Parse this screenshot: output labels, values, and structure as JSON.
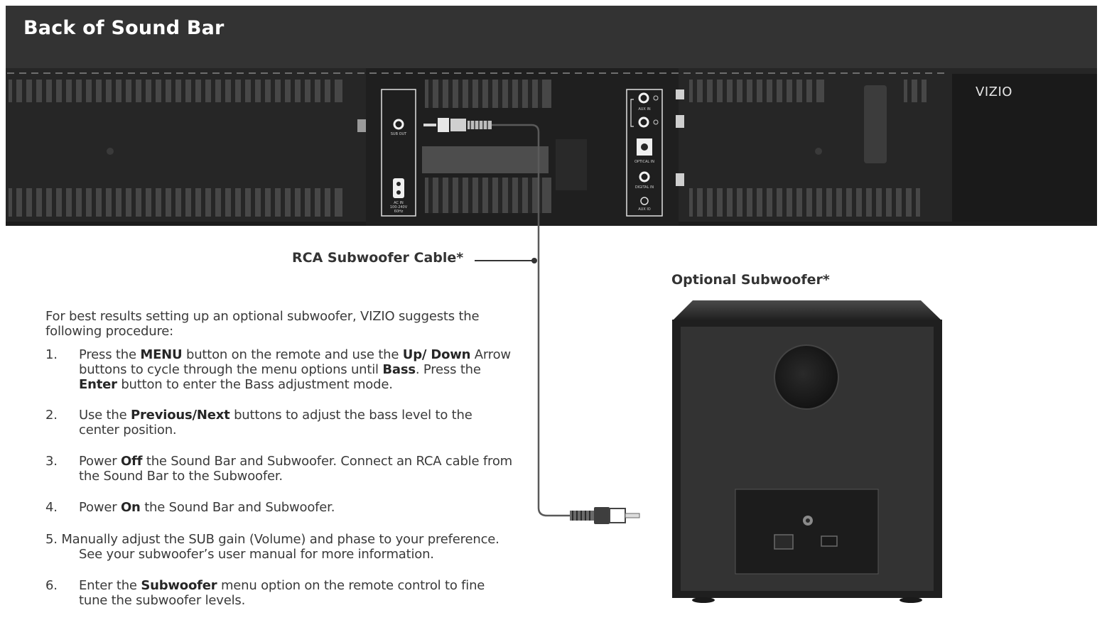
{
  "panel_title": "Back of Sound Bar",
  "brand_logo": "VIZIO",
  "callouts": {
    "cable": "RCA Subwoofer Cable*",
    "subwoofer": "Optional Subwoofer*"
  },
  "port_labels": {
    "sub_out": "SUB OUT",
    "ac_in": "AC IN",
    "ac_in_spec": "100-240V",
    "ac_in_freq": "60Hz",
    "aux_in": "AUX IN",
    "optical_in": "OPTICAL IN",
    "coaxial_in": "DIGITAL IN",
    "aux_out": "AUX IO"
  },
  "instructions": {
    "intro": "For best results setting up an optional subwoofer, VIZIO suggests the following procedure:",
    "steps": [
      {
        "num": "1.",
        "parts": [
          "Press the ",
          "MENU",
          " button on the remote and use the ",
          "Up/ Down",
          " Arrow buttons to cycle through the menu options until ",
          "Bass",
          ". Press the ",
          "Enter",
          " button to enter the Bass adjustment mode."
        ]
      },
      {
        "num": "2.",
        "parts": [
          "Use the ",
          "Previous/Next",
          " buttons to adjust the bass level to the center position."
        ]
      },
      {
        "num": "3.",
        "parts": [
          "Power ",
          "Off",
          " the Sound Bar and Subwoofer. Connect an RCA cable from the Sound Bar to the Subwoofer."
        ]
      },
      {
        "num": "4.",
        "parts": [
          "Power ",
          "On",
          " the Sound Bar and Subwoofer."
        ]
      },
      {
        "num": "5.",
        "text": "Manually adjust the SUB gain (Volume) and phase to your preference. See your subwoofer’s user manual for more information."
      },
      {
        "num": "6.",
        "parts": [
          "Enter the ",
          "Subwoofer",
          " menu option on the remote control to fine tune the subwoofer levels."
        ]
      }
    ]
  },
  "colors": {
    "soundbar_body": "#2b2b2b",
    "soundbar_top": "#363636",
    "subwoofer_body": "#303030",
    "cable": "#555555",
    "text": "#3a3a3a"
  }
}
